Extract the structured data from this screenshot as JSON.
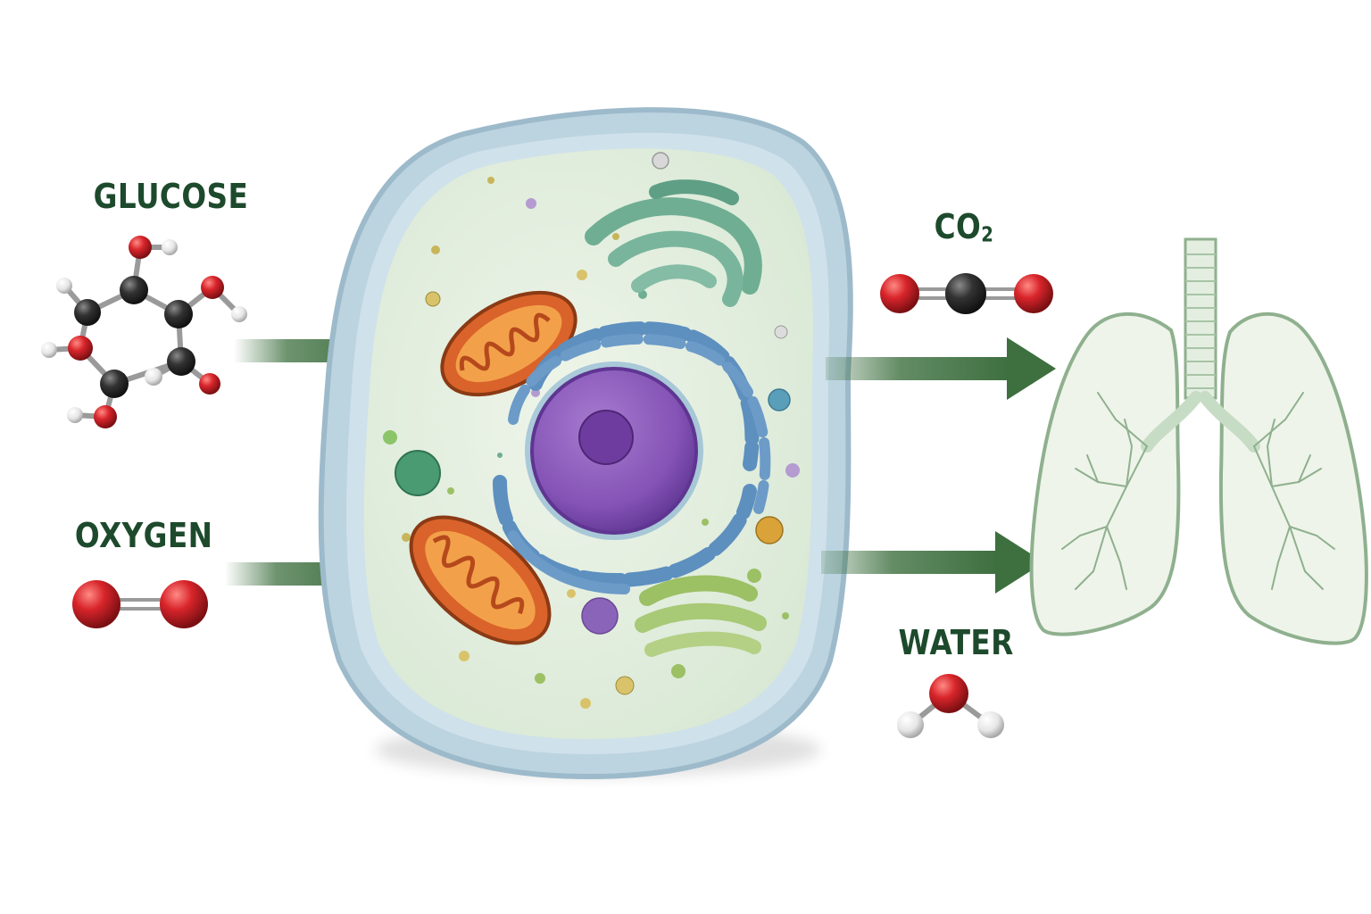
{
  "labels": {
    "glucose": "GLUCOSE",
    "oxygen": "OXYGEN",
    "co2_main": "CO",
    "co2_sub": "2",
    "water": "WATER"
  },
  "colors": {
    "label_text": "#1d4a2c",
    "arrow": "#3d6f3f",
    "oxygen_atom": "#d8252b",
    "carbon_atom": "#2e2e2e",
    "hydrogen_atom": "#eeeeee",
    "cytoplasm": "#e6f0e2",
    "membrane": "#b9d2de",
    "nucleus": "#8a57b8",
    "mitochondrion": "#e06a2c",
    "endoplasmic_reticulum": "#5d8fbf",
    "golgi_top": "#6fae93",
    "golgi_bottom": "#9cc064",
    "lungs": "#eef4ea",
    "lungs_outline": "#8fb08e"
  },
  "icons": [
    "glucose-molecule-icon",
    "oxygen-molecule-icon",
    "carbon-dioxide-molecule-icon",
    "water-molecule-icon",
    "cell-icon",
    "lungs-icon"
  ]
}
